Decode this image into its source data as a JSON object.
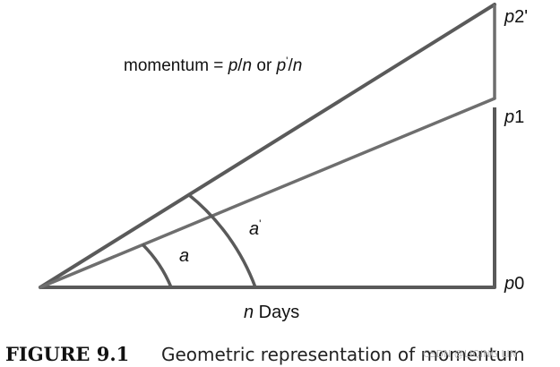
{
  "diagram": {
    "colors": {
      "line_dark": "#5a5a5a",
      "line_mid": "#6e6e6e",
      "text": "#111111"
    },
    "labels": {
      "momentum_prefix": "momentum = ",
      "momentum_p": "p",
      "momentum_slash1": "/",
      "momentum_n1": "n",
      "momentum_or": " or ",
      "momentum_pprime": "p",
      "momentum_prime_mark": "'",
      "momentum_slash2": "/",
      "momentum_n2": "n",
      "p2prime_var": "p",
      "p2prime_sub": "2'",
      "p1_var": "p",
      "p1_sub": "1",
      "p0_var": "p",
      "p0_sub": "0",
      "angle_a": "a",
      "angle_aprime_var": "a",
      "angle_aprime_mark": "'",
      "n_var": "n",
      "n_days": " Days"
    }
  },
  "caption": {
    "figure_label": "FIGURE 9.1",
    "text": "Geometric representation of momentum",
    "watermark": "CSDN @LIQING LIN"
  }
}
